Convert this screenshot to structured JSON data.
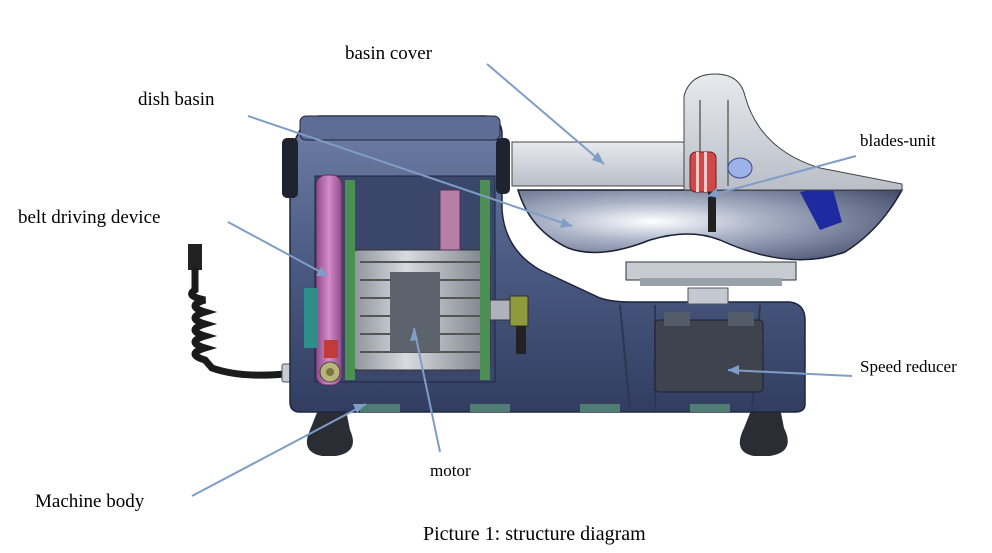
{
  "labels": {
    "basin_cover": "basin cover",
    "dish_basin": "dish basin",
    "blades_unit": "blades-unit",
    "belt_driving_device": "belt driving device",
    "speed_reducer": "Speed reducer",
    "motor": "motor",
    "machine_body": "Machine body"
  },
  "caption": "Picture 1: structure diagram",
  "colors": {
    "body": "#4a5a82",
    "body_dark": "#2c3656",
    "basin": "#cfd4dc",
    "belt": "#c070b8",
    "callout_line": "#7f9dc6"
  }
}
